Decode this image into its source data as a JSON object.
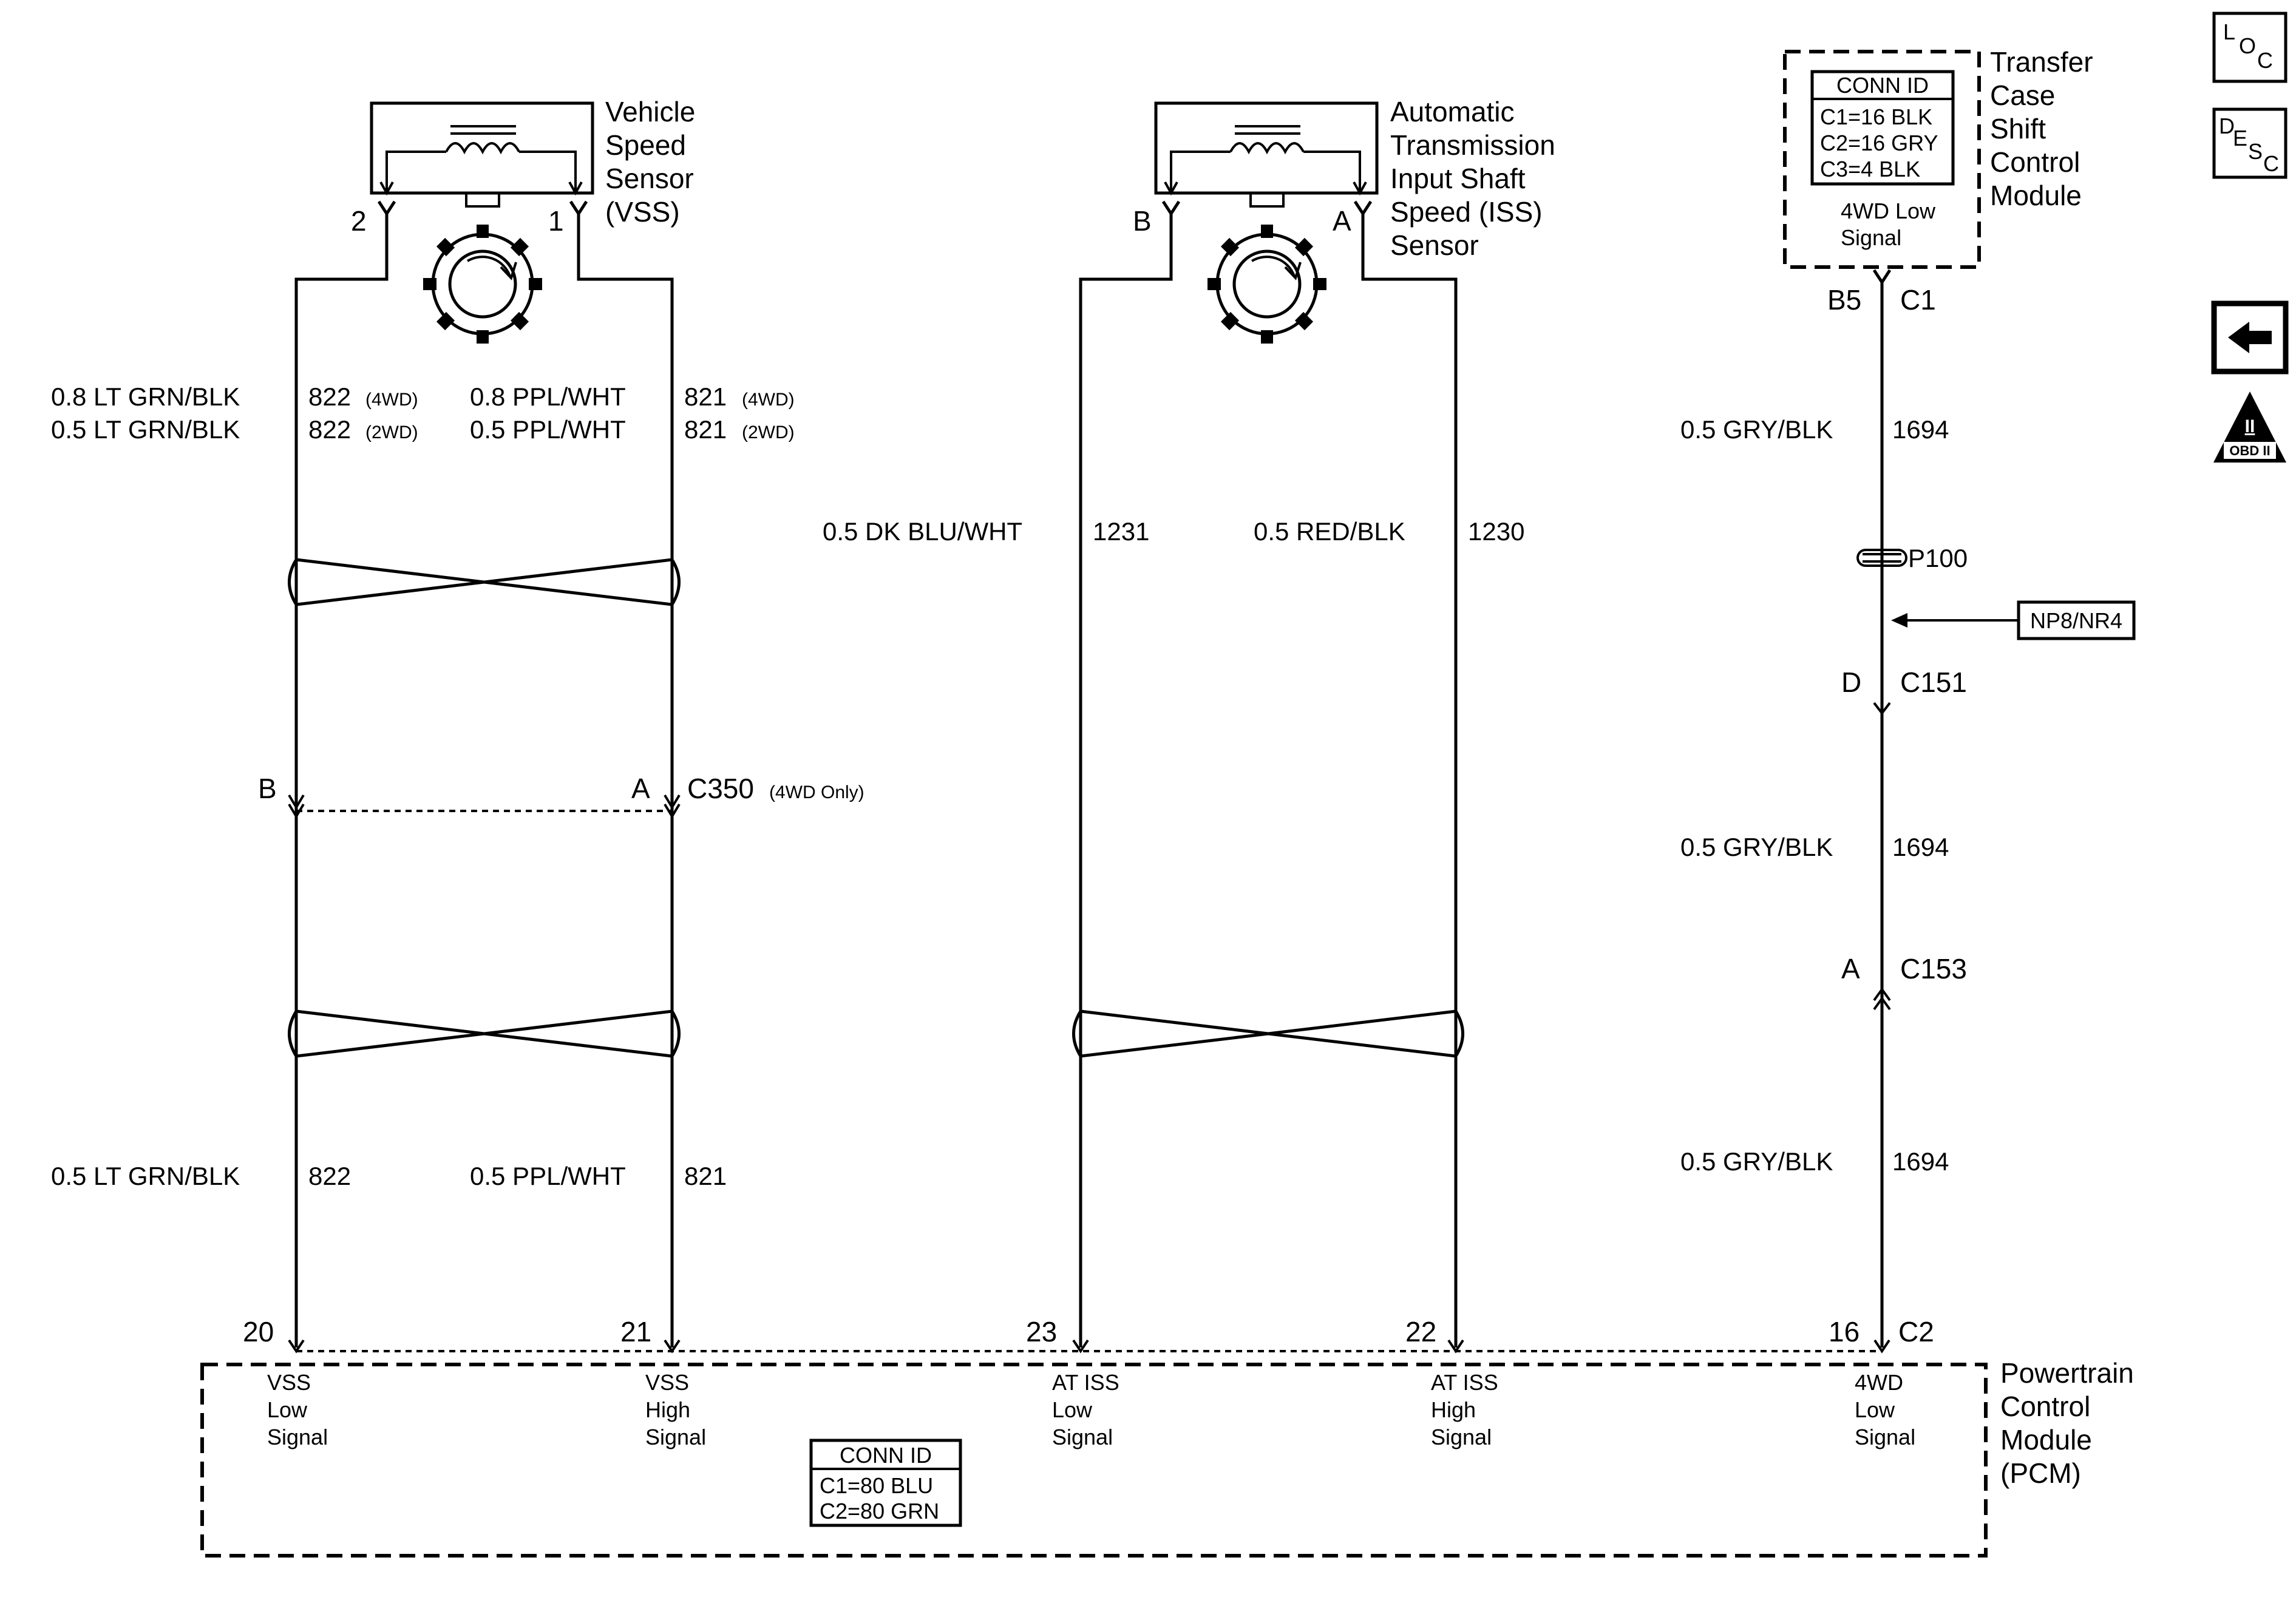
{
  "vss": {
    "title_lines": [
      "Vehicle",
      "Speed",
      "Sensor",
      "(VSS)"
    ],
    "pin_left": "2",
    "pin_right": "1",
    "wire_left_1": "0.8 LT GRN/BLK",
    "circ_left_1": "822",
    "tag_left_1": "(4WD)",
    "wire_left_2": "0.5 LT GRN/BLK",
    "circ_left_2": "822",
    "tag_left_2": "(2WD)",
    "wire_right_1": "0.8 PPL/WHT",
    "circ_right_1": "821",
    "tag_right_1": "(4WD)",
    "wire_right_2": "0.5 PPL/WHT",
    "circ_right_2": "821",
    "tag_right_2": "(2WD)",
    "c350_pin_left": "B",
    "c350_pin_right": "A",
    "c350_name": "C350",
    "c350_tag": "(4WD Only)",
    "wire_left_lower": "0.5 LT GRN/BLK",
    "circ_left_lower": "822",
    "wire_right_lower": "0.5 PPL/WHT",
    "circ_right_lower": "821"
  },
  "iss": {
    "title_lines": [
      "Automatic",
      "Transmission",
      "Input Shaft",
      "Speed (ISS)",
      "Sensor"
    ],
    "pin_left": "B",
    "pin_right": "A",
    "wire_left": "0.5 DK BLU/WHT",
    "circ_left": "1231",
    "wire_right": "0.5 RED/BLK",
    "circ_right": "1230"
  },
  "tcm": {
    "title_lines": [
      "Transfer",
      "Case",
      "Shift",
      "Control",
      "Module"
    ],
    "conn_id_title": "CONN ID",
    "conn_id_lines": [
      "C1=16 BLK",
      "C2=16 GRY",
      "C3=4 BLK"
    ],
    "signal_lines": [
      "4WD Low",
      "Signal"
    ],
    "pin": "B5",
    "connector": "C1",
    "wire_1": "0.5 GRY/BLK",
    "circ_1": "1694",
    "splice": "P100",
    "option_box": "NP8/NR4",
    "c151_pin": "D",
    "c151_name": "C151",
    "wire_2": "0.5 GRY/BLK",
    "circ_2": "1694",
    "c153_pin": "A",
    "c153_name": "C153",
    "wire_3": "0.5 GRY/BLK",
    "circ_3": "1694"
  },
  "pcm": {
    "title_lines": [
      "Powertrain",
      "Control",
      "Module",
      "(PCM)"
    ],
    "pins": [
      "20",
      "21",
      "23",
      "22",
      "16"
    ],
    "connector": "C2",
    "signals": [
      [
        "VSS",
        "Low",
        "Signal"
      ],
      [
        "VSS",
        "High",
        "Signal"
      ],
      [
        "AT ISS",
        "Low",
        "Signal"
      ],
      [
        "AT ISS",
        "High",
        "Signal"
      ],
      [
        "4WD",
        "Low",
        "Signal"
      ]
    ],
    "conn_id_title": "CONN ID",
    "conn_id_lines": [
      "C1=80 BLU",
      "C2=80 GRN"
    ]
  },
  "sidebar": {
    "loc": [
      "L",
      "O",
      "C"
    ],
    "desc": [
      "D",
      "E",
      "S",
      "C"
    ],
    "obd_numeral": "II",
    "obd_label": "OBD II"
  }
}
